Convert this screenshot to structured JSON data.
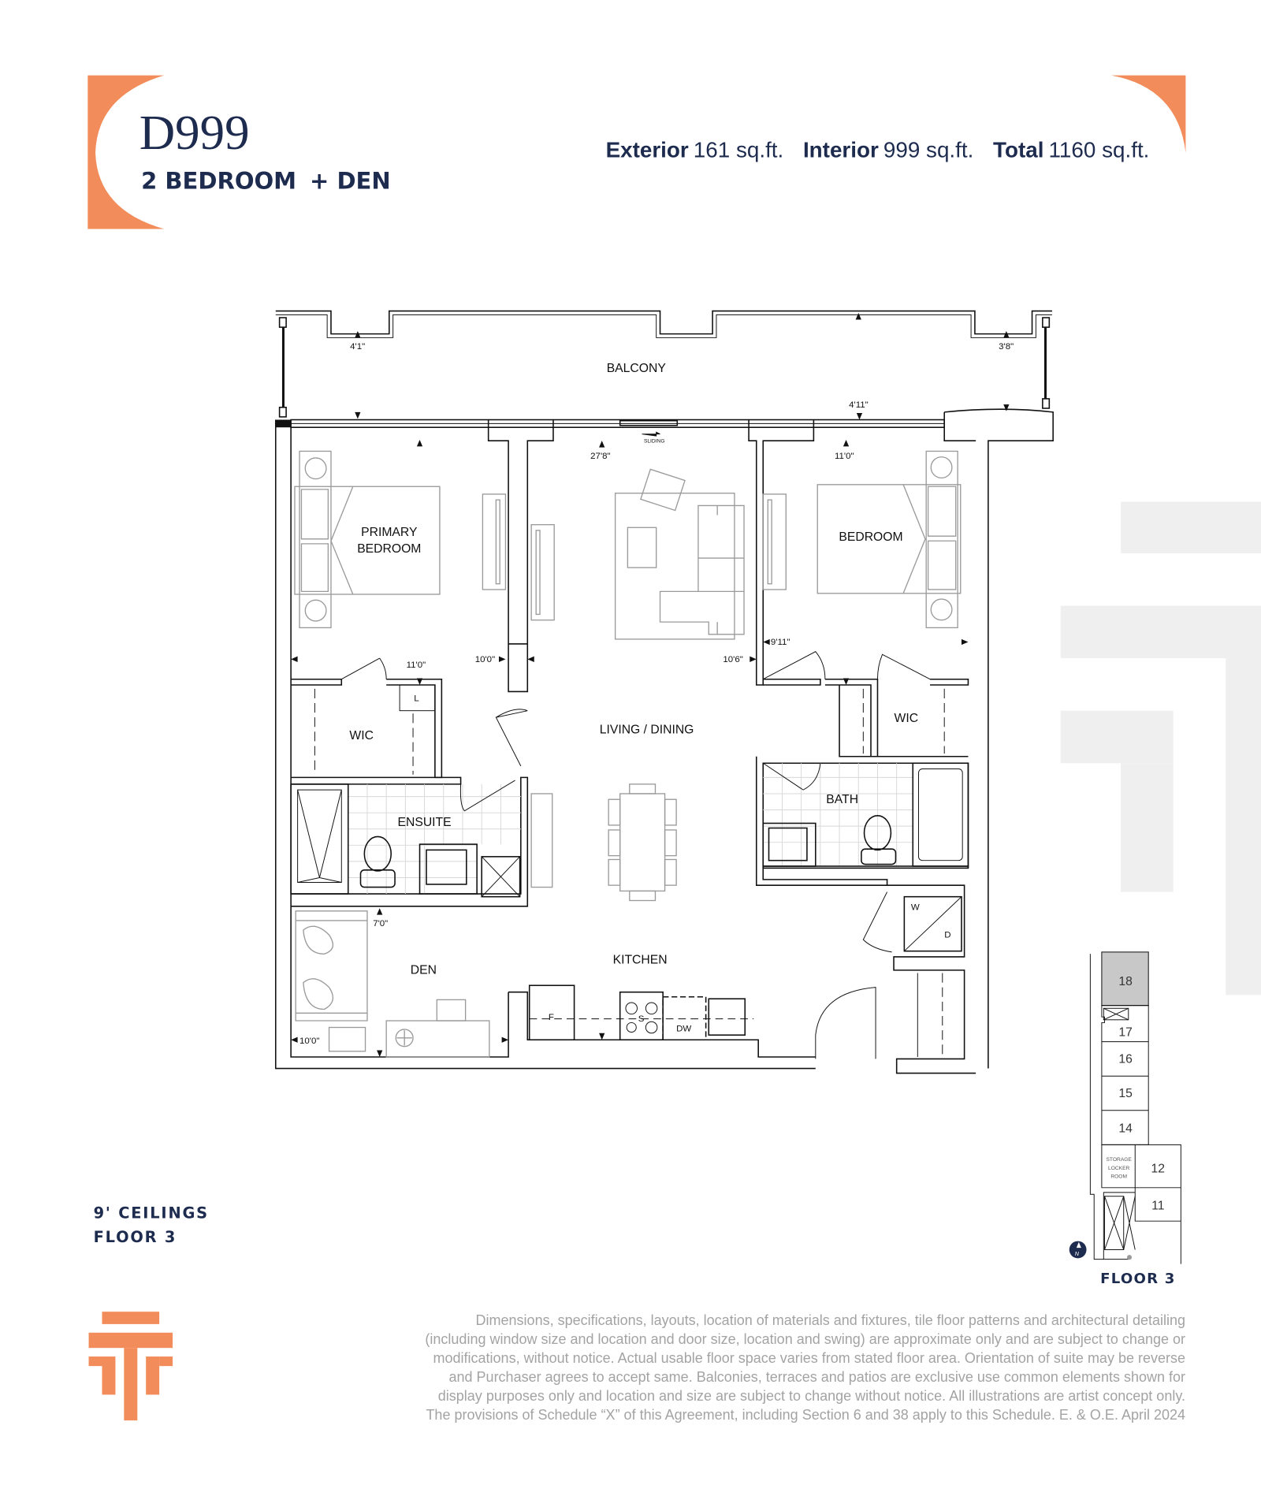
{
  "header": {
    "unit_name": "D999",
    "unit_type": "2 BEDROOM",
    "unit_extra": "+ DEN",
    "areas": [
      {
        "label": "Exterior",
        "value": "161 sq.ft."
      },
      {
        "label": "Interior",
        "value": "999 sq.ft."
      },
      {
        "label": "Total",
        "value": "1160 sq.ft."
      }
    ]
  },
  "plan": {
    "rooms": {
      "balcony": "BALCONY",
      "primary_bedroom_1": "PRIMARY",
      "primary_bedroom_2": "BEDROOM",
      "bedroom": "BEDROOM",
      "living_dining": "LIVING / DINING",
      "wic_left": "WIC",
      "wic_right": "WIC",
      "ensuite": "ENSUITE",
      "bath": "BATH",
      "den": "DEN",
      "kitchen": "KITCHEN"
    },
    "dimensions": {
      "balcony_left": "4'1\"",
      "balcony_right": "3'8\"",
      "balcony_mid": "4'11\"",
      "primary_width": "11'0\"",
      "primary_depth": "10'0\"",
      "living_depth": "27'8\"",
      "living_width": "10'6\"",
      "bedroom_width": "11'0\"",
      "bedroom_depth": "9'11\"",
      "den_depth": "7'0\"",
      "den_width": "10'0\""
    },
    "fixtures": {
      "sliding": "SLIDING",
      "linen": "L",
      "fridge": "F",
      "stove": "S",
      "dishwasher": "DW",
      "washer": "W",
      "dryer": "D"
    }
  },
  "notes": {
    "ceilings": "9' CEILINGS",
    "floor": "FLOOR 3"
  },
  "key_plan": {
    "units": [
      "18",
      "17",
      "16",
      "15",
      "14",
      "12",
      "11"
    ],
    "storage_1": "STORAGE",
    "storage_2": "LOCKER",
    "storage_3": "ROOM",
    "highlighted_unit": "18",
    "north": "N",
    "label": "FLOOR 3"
  },
  "disclaimer": [
    "Dimensions, specifications, layouts, location of materials and fixtures, tile floor patterns and architectural detailing",
    "(including window size and location and door size, location and swing) are approximate only and are subject to change or",
    "modifications, without notice. Actual usable floor space varies from stated floor area. Orientation of suite may be reverse",
    "and Purchaser agrees to accept same. Balconies, terraces and patios are exclusive use common elements shown for",
    "display purposes only and location and size are subject to change without notice. All illustrations are artist concept only.",
    "The provisions of Schedule “X” of this Agreement, including Section 6 and 38 apply to this Schedule. E. & O.E. April 2024"
  ],
  "colors": {
    "accent": "#f28c5a",
    "navy": "#1d2b4f",
    "background_shape": "#efefef",
    "key_highlight": "#c8c8c8"
  }
}
